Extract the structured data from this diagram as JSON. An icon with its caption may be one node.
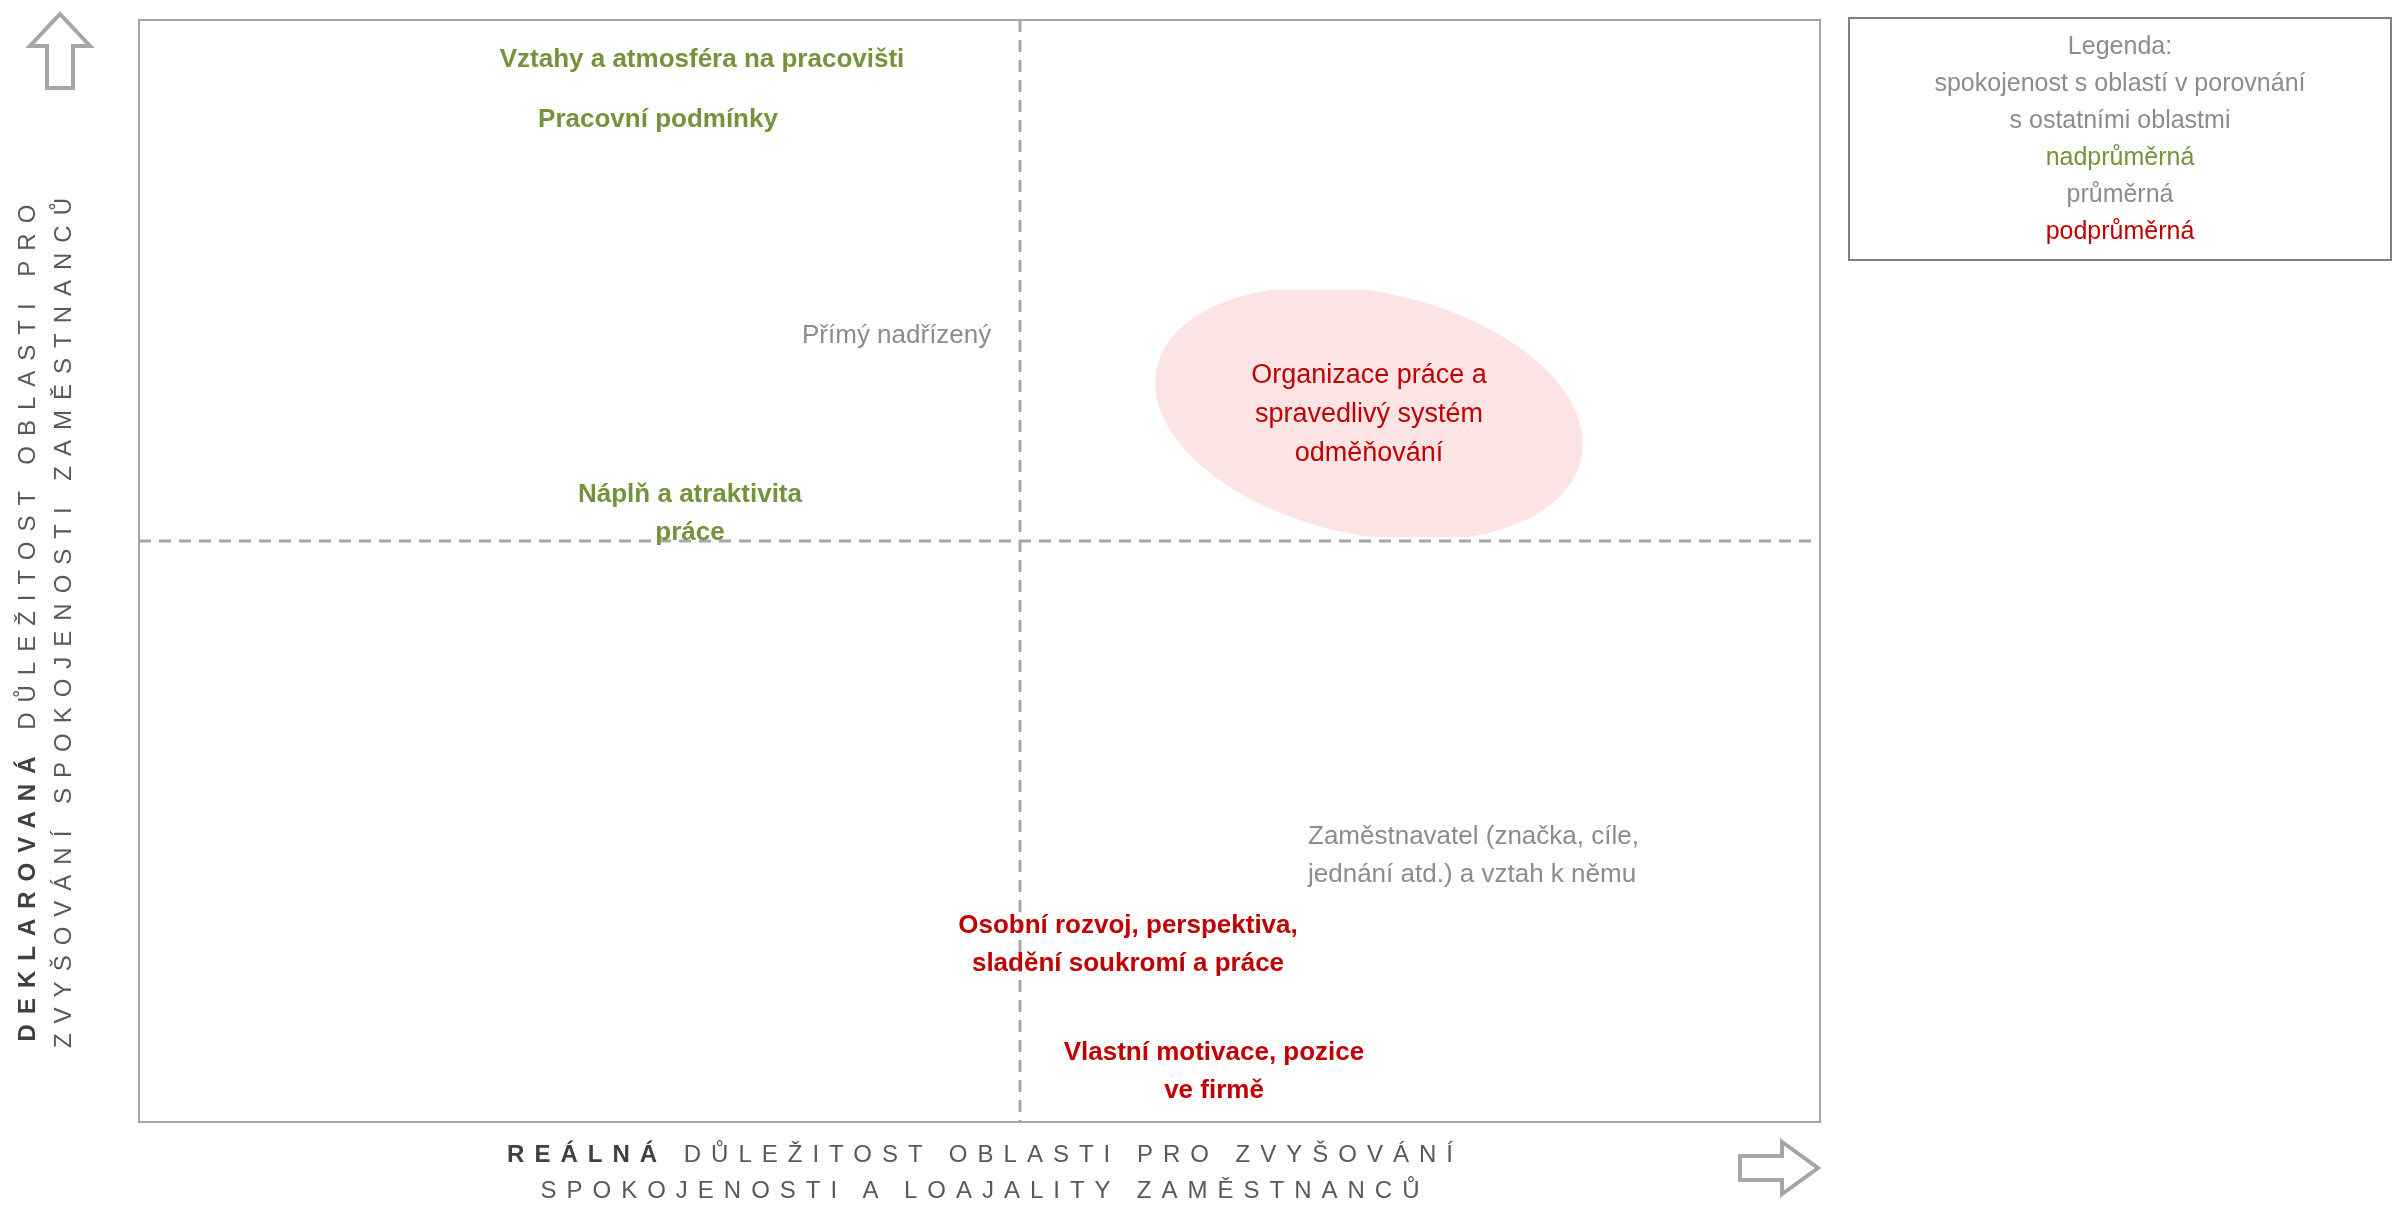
{
  "diagram": {
    "nodes": [
      {
        "text": [
          "Organizace práce a spravedlivý systém odměňování"
        ]
      }
    ],
    "labels": [
      "Vztahy a atmosféra na pracovišti",
      "Pracovní podmínky",
      "Přímý nadřízený",
      "Náplň a atraktivita práce",
      "Zaměstnavatel (značka, cíle, jednání atd.) a vztah k němu",
      "Osobní rozvoj, perspektiva, sladění soukromí a práce",
      "Vlastní motivace, pozice ve firmě",
      "**DEKLAROVANÁ** DŮLEŽITOST OBLASTI PRO ZVYŠOVÁNÍ SPOKOJENOSTI ZAMĚSTNANCŮ",
      "**REÁLNÁ** DŮLEŽITOST OBLASTI PRO ZVYŠOVÁNÍ SPOKOJENOSTI A LOAJALITY ZAMĚSTNANCŮ",
      "Legenda:",
      "spokojenost s oblastí v porovnání s ostatními oblastmi"
    ],
    "legend": [
      {
        "text": "nadprůměrná",
        "color": "#76923c"
      },
      {
        "text": "průměrná",
        "color": "#8c8c8c"
      },
      {
        "text": "podprůměrná",
        "color": "#c00000"
      }
    ]
  }
}
